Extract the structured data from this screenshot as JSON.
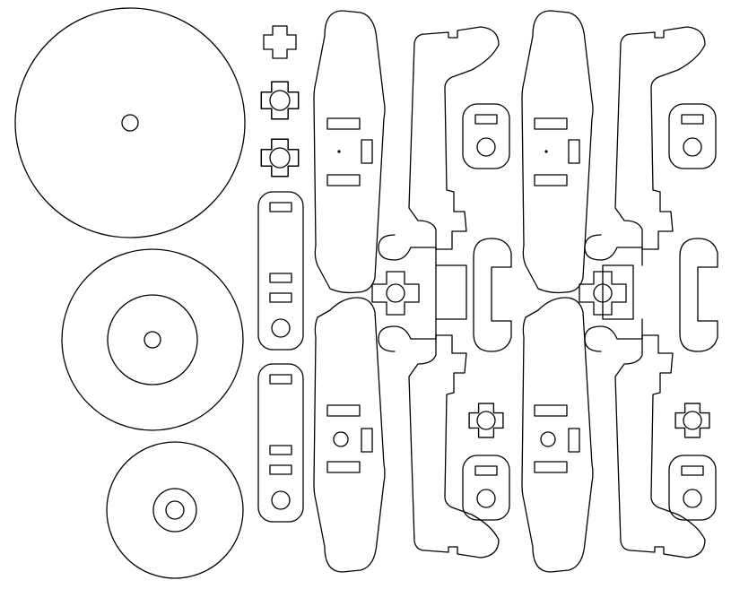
{
  "colors": {
    "background": "#ffffff",
    "cut_line": "#000000"
  },
  "parts": [
    {
      "kind": "large-disc-with-center-hole",
      "count": 1
    },
    {
      "kind": "ring-disc",
      "count": 1
    },
    {
      "kind": "small-ring-disc",
      "count": 1
    },
    {
      "kind": "cross-connector",
      "count": 7
    },
    {
      "kind": "cross-connector-with-hole",
      "count": 2
    },
    {
      "kind": "long-rounded-strap",
      "count": 2
    },
    {
      "kind": "short-plate-with-slot-and-hole",
      "count": 4
    },
    {
      "kind": "wing-blade",
      "count": 4
    },
    {
      "kind": "offset-arm-with-knuckles",
      "count": 2
    },
    {
      "kind": "crank-lever-arm",
      "count": 4
    },
    {
      "kind": "half-round-clip",
      "count": 2
    }
  ]
}
